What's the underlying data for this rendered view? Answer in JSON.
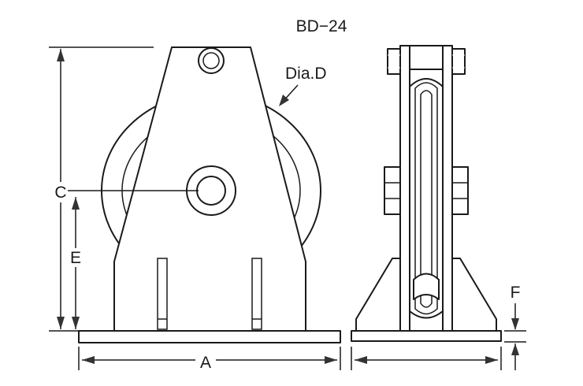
{
  "title": "BD−24",
  "labels": {
    "dia": "Dia.D",
    "a": "A",
    "c": "C",
    "e": "E",
    "f": "F"
  }
}
